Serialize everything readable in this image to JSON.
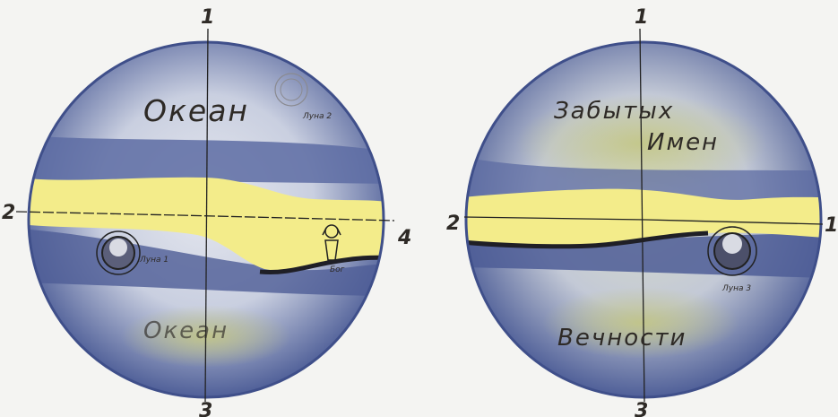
{
  "left_globe": {
    "axis_labels": {
      "top": "1",
      "bottom": "3",
      "left": "2",
      "right": "4"
    },
    "region_labels": {
      "north": "Океан",
      "south": "Океан"
    },
    "annotations": {
      "moon_note": "Луна 2",
      "left_note": "Луна 1",
      "right_note": "Бог"
    }
  },
  "right_globe": {
    "axis_labels": {
      "top": "1",
      "bottom": "3",
      "left": "2",
      "right": "1"
    },
    "region_labels": {
      "north_line1": "Забытых",
      "north_line2": "Имен",
      "south": "Вечности"
    },
    "annotations": {
      "moon_note": "Луна 3"
    }
  },
  "colors": {
    "ocean_blue": "#5a6aa0",
    "light_blue": "#c9cfe0",
    "band_yellow": "#f3ec8a",
    "green_patch": "#b9bf86",
    "ink": "#2e2a26"
  }
}
